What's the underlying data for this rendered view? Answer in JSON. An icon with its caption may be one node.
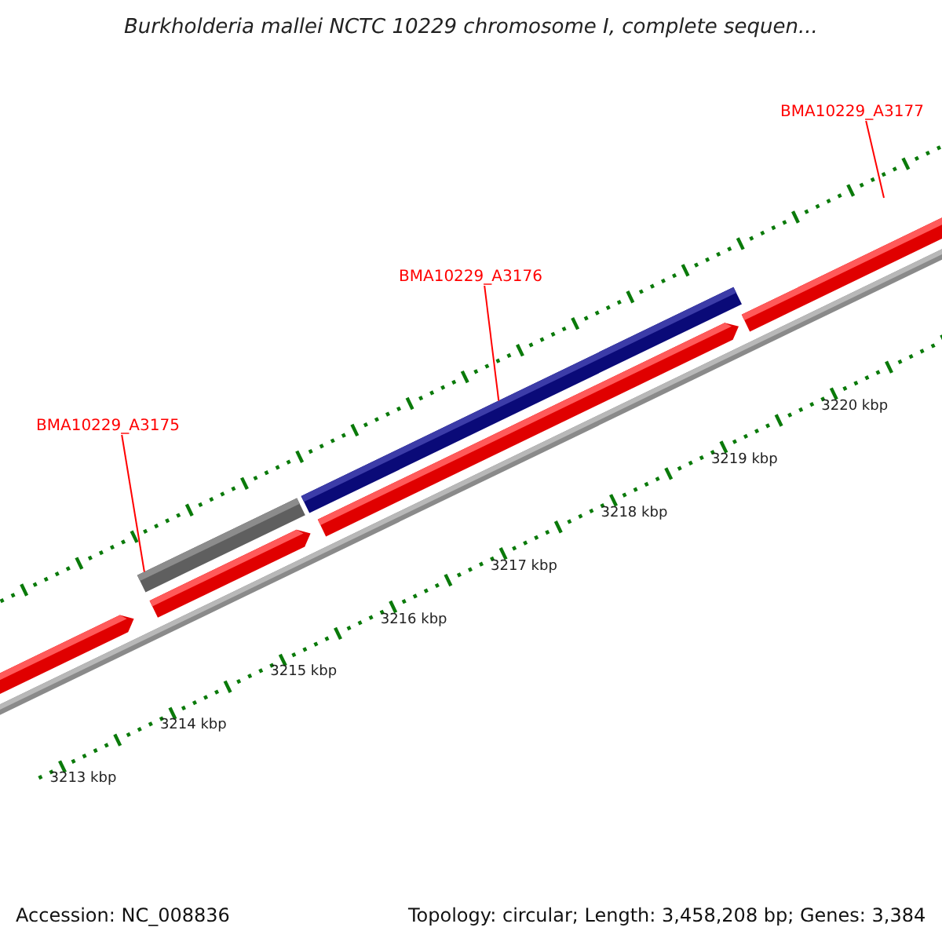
{
  "diagram": {
    "title": "Burkholderia mallei NCTC 10229 chromosome I, complete sequen...",
    "nodes": [
      {
        "text": [
          "BMA10229_A3175"
        ]
      },
      {
        "text": [],
        "shape": "bar"
      },
      {
        "text": [
          "BMA10229_A3176"
        ]
      },
      {
        "text": [],
        "shape": "bar"
      },
      {
        "text": [
          "BMA10229_A3177"
        ]
      }
    ],
    "edges": [
      {
        "from": 0,
        "to": 1,
        "arrow": "none"
      },
      {
        "from": 2,
        "to": 3,
        "arrow": "none"
      },
      {
        "from": 4,
        "to": null,
        "arrow": "none"
      }
    ],
    "labels": [
      "3220 kbp",
      "3219 kbp",
      "3218 kbp",
      "3217 kbp",
      "3216 kbp",
      "3215 kbp",
      "3214 kbp",
      "3213 kbp",
      "Accession: NC_008836",
      "Topology: circular; Length: 3,458,208 bp; Genes: 3,384"
    ]
  }
}
